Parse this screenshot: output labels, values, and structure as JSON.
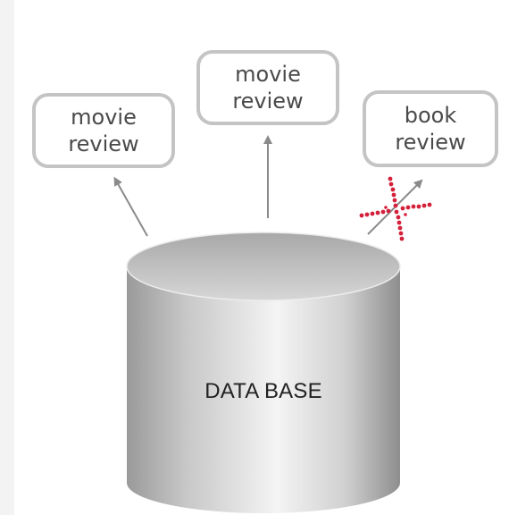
{
  "boxes": {
    "left": {
      "line1": "movie",
      "line2": "review"
    },
    "middle": {
      "line1": "movie",
      "line2": "review"
    },
    "right": {
      "line1": "book",
      "line2": "review"
    }
  },
  "database": {
    "label": "DATA BASE"
  },
  "colors": {
    "box_border": "#c4c4c4",
    "arrow": "#8a8a8a",
    "cross": "#d4203a",
    "cylinder_dark": "#8c8c8c",
    "cylinder_light": "#f2f2f2"
  }
}
